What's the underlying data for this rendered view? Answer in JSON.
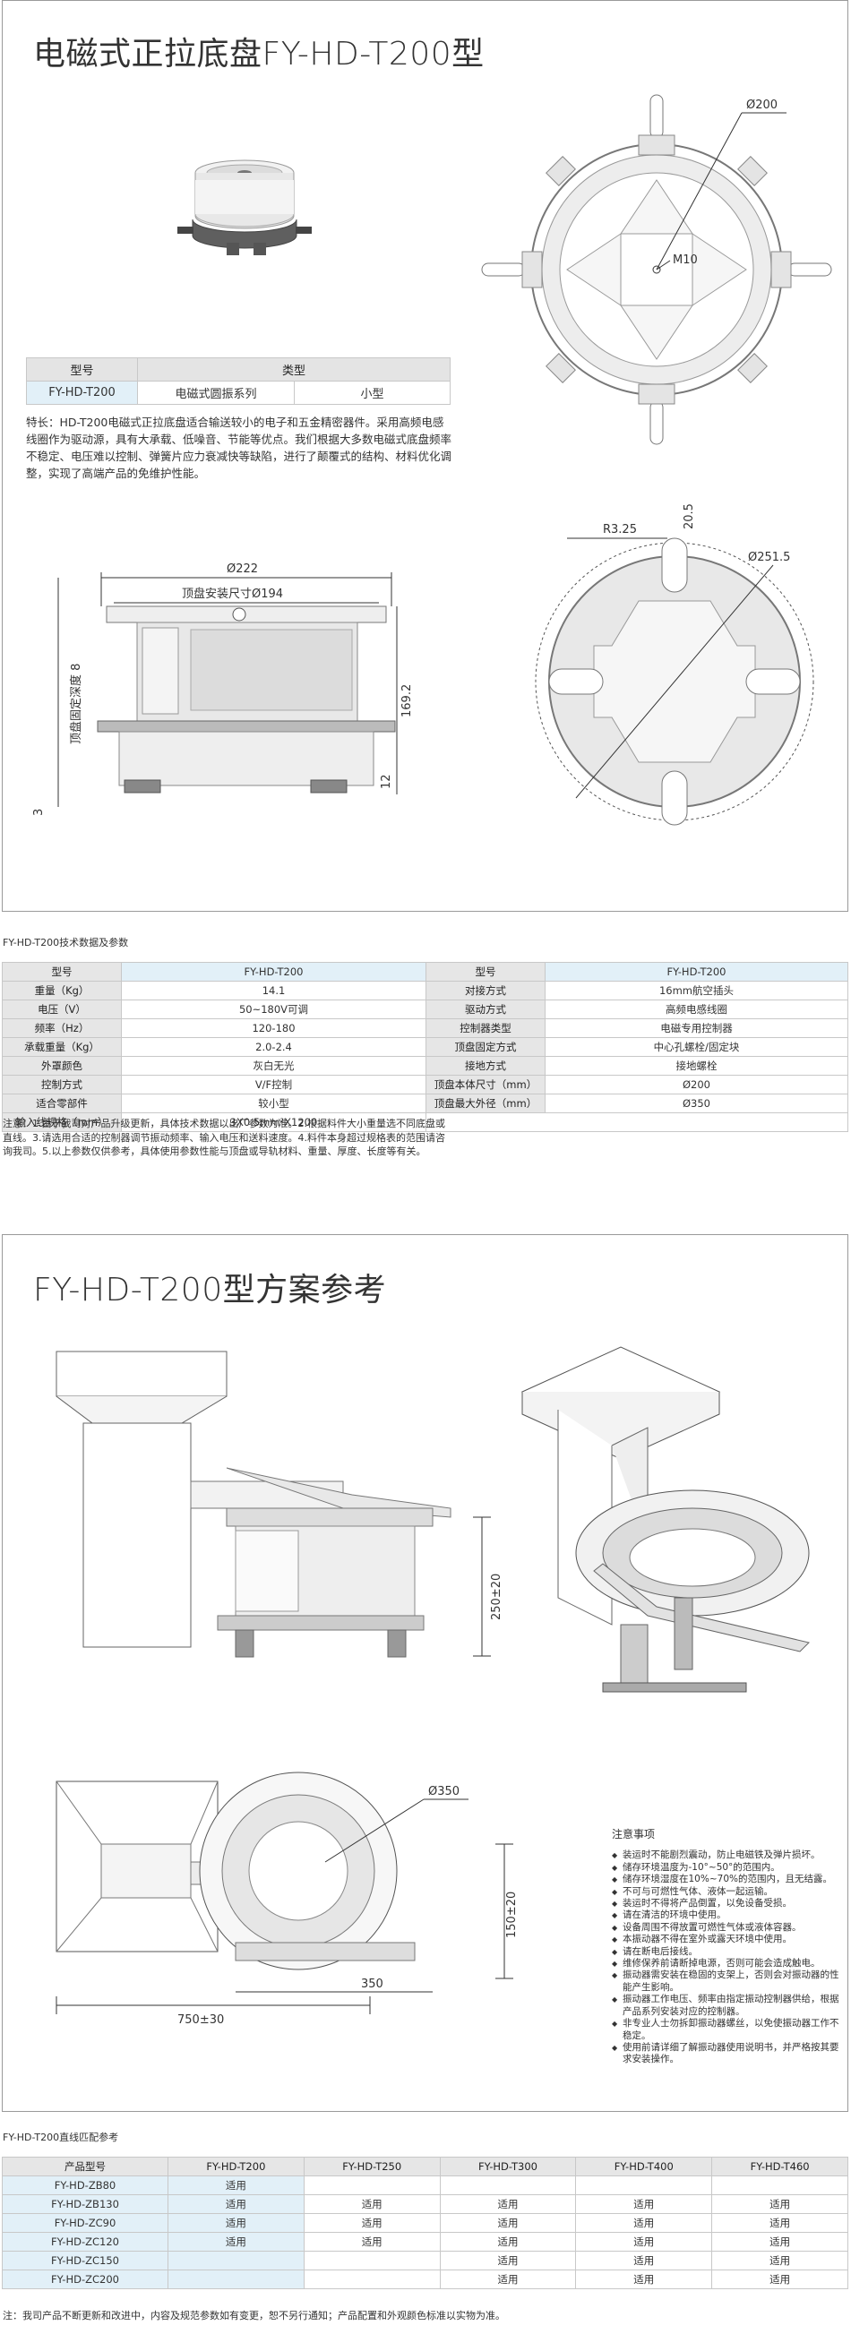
{
  "panel1": {
    "title": "电磁式正拉底盘FY-HD-T200型",
    "type_table": {
      "headers": [
        "型号",
        "类型"
      ],
      "row": [
        "FY-HD-T200",
        "电磁式圆振系列",
        "小型"
      ]
    },
    "description": "特长：HD-T200电磁式正拉底盘适合输送较小的电子和五金精密器件。采用高频电感线圈作为驱动源，具有大承载、低噪音、节能等优点。我们根据大多数电磁式底盘频率不稳定、电压难以控制、弹簧片应力衰减快等缺陷，进行了颠覆式的结构、材料优化调整，实现了高端产品的免维护性能。",
    "top_view_labels": {
      "diameter": "Ø200",
      "bolt": "M10"
    },
    "front_view_labels": {
      "outer": "Ø222",
      "mount": "顶盘安装尺寸Ø194",
      "height": "169.2",
      "depth_label": "顶盘固定深度 8",
      "foot": "3",
      "base": "12"
    },
    "bottom_view_labels": {
      "radius": "R3.25",
      "slot": "20.5",
      "diameter": "Ø251.5"
    }
  },
  "spec_section": {
    "caption": "FY-HD-T200技术数据及参数",
    "header": [
      "型号",
      "FY-HD-T200",
      "型号",
      "FY-HD-T200"
    ],
    "rows": [
      [
        "重量（Kg）",
        "14.1",
        "对接方式",
        "16mm航空插头"
      ],
      [
        "电压（V）",
        "50~180V可调",
        "驱动方式",
        "高频电感线圈"
      ],
      [
        "频率（Hz）",
        "120-180",
        "控制器类型",
        "电磁专用控制器"
      ],
      [
        "承载重量（Kg）",
        "2.0-2.4",
        "顶盘固定方式",
        "中心孔螺栓/固定块"
      ],
      [
        "外罩颜色",
        "灰白无光",
        "接地方式",
        "接地螺栓"
      ],
      [
        "控制方式",
        "V/F控制",
        "顶盘本体尺寸（mm）",
        "Ø200"
      ],
      [
        "适合零部件",
        "较小型",
        "顶盘最大外径（mm）",
        "Ø350"
      ]
    ],
    "last_row": [
      "输入线规格（mm）",
      "3X0.5mm²X1200"
    ],
    "note": "注意：1.由于我司对产品升级更新，具体技术数据以出厂参数为准。2.根据料件大小重量选不同底盘或直线。3.请选用合适的控制器调节振动频率、输入电压和送料速度。4.料件本身超过规格表的范围请咨询我司。5.以上参数仅供参考，具体使用参数性能与顶盘或导轨材料、重量、厚度、长度等有关。"
  },
  "panel2": {
    "title": "FY-HD-T200型方案参考",
    "side_labels": {
      "height": "250±20"
    },
    "plan_labels": {
      "diameter": "Ø350",
      "height": "150±20",
      "length": "750±30",
      "track": "350"
    },
    "precautions_title": "注意事项",
    "precautions": [
      "装运时不能剧烈震动，防止电磁铁及弹片损坏。",
      "储存环境温度为-10°~50°的范围内。",
      "储存环境湿度在10%~70%的范围内，且无结露。",
      "不可与可燃性气体、液体一起运输。",
      "装运时不得将产品倒置，以免设备受损。",
      "请在清洁的环境中使用。",
      "设备周围不得放置可燃性气体或液体容器。",
      "本振动器不得在室外或露天环境中使用。",
      "请在断电后接线。",
      "维修保养前请断掉电源，否则可能会造成触电。",
      "振动器需安装在稳固的支架上，否则会对振动器的性能产生影响。",
      "振动器工作电压、频率由指定振动控制器供给，根据产品系列安装对应的控制器。",
      "非专业人士勿拆卸振动器螺丝，以免使振动器工作不稳定。",
      "使用前请详细了解振动器使用说明书，并严格按其要求安装操作。"
    ]
  },
  "match_section": {
    "caption": "FY-HD-T200直线匹配参考",
    "header": [
      "产品型号",
      "FY-HD-T200",
      "FY-HD-T250",
      "FY-HD-T300",
      "FY-HD-T400",
      "FY-HD-T460"
    ],
    "rows": [
      [
        "FY-HD-ZB80",
        "适用",
        "",
        "",
        "",
        ""
      ],
      [
        "FY-HD-ZB130",
        "适用",
        "适用",
        "适用",
        "适用",
        "适用"
      ],
      [
        "FY-HD-ZC90",
        "适用",
        "适用",
        "适用",
        "适用",
        "适用"
      ],
      [
        "FY-HD-ZC120",
        "适用",
        "适用",
        "适用",
        "适用",
        "适用"
      ],
      [
        "FY-HD-ZC150",
        "",
        "",
        "适用",
        "适用",
        "适用"
      ],
      [
        "FY-HD-ZC200",
        "",
        "",
        "适用",
        "适用",
        "适用"
      ]
    ],
    "footer": "注：我司产品不断更新和改进中，内容及规范参数如有变更，恕不另行通知；产品配置和外观颜色标准以实物为准。"
  }
}
